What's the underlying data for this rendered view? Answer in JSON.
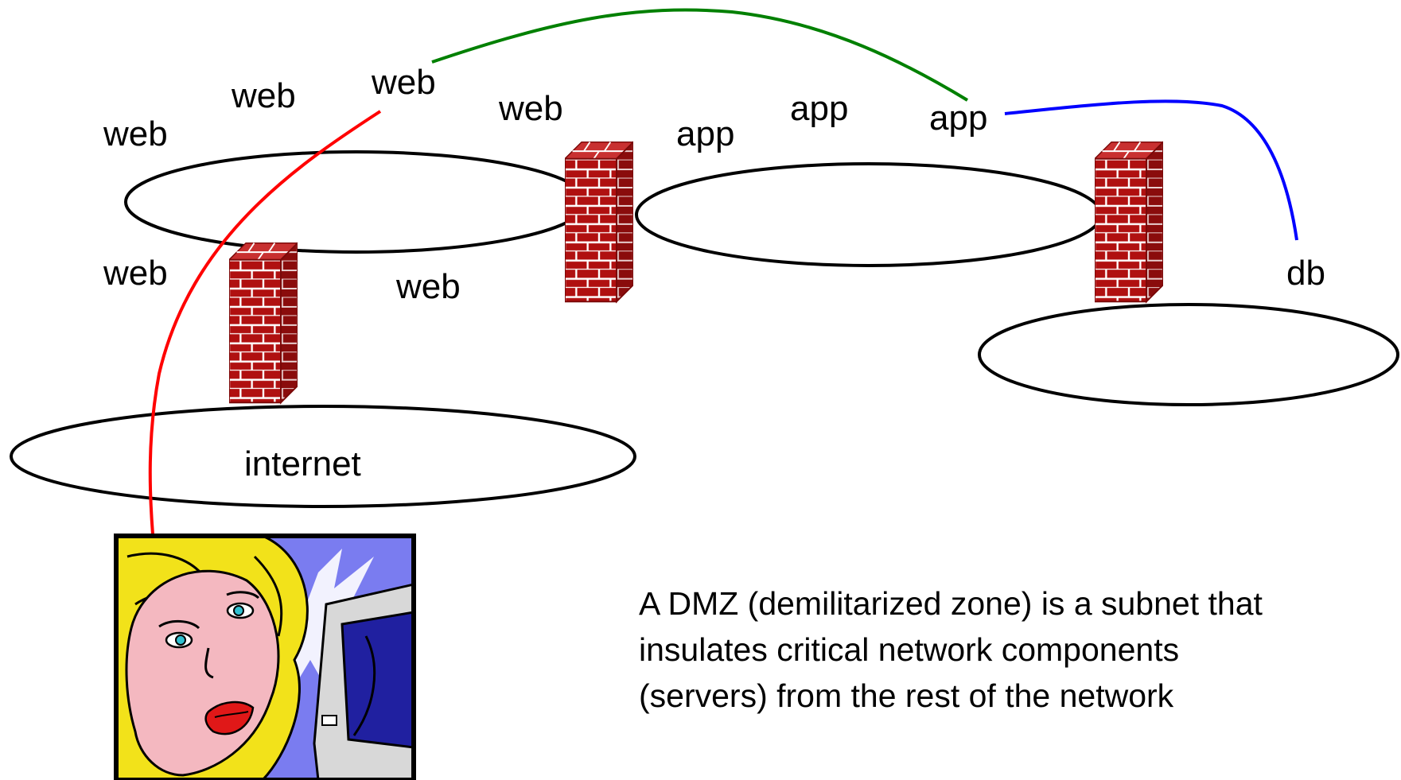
{
  "labels": {
    "web_1": "web",
    "web_2": "web",
    "web_3": "web",
    "web_4": "web",
    "web_5": "web",
    "web_6": "web",
    "app_1": "app",
    "app_2": "app",
    "app_3": "app",
    "db": "db",
    "internet": "internet"
  },
  "description": {
    "line1": "A DMZ (demilitarized zone) is a subnet that",
    "line2": "insulates critical network components",
    "line3": "(servers) from the rest of the network"
  },
  "colors": {
    "client_connection": "#ff0000",
    "web_app_connection": "#008000",
    "app_db_connection": "#0000ff",
    "firewall_brick": "#b01010"
  },
  "icons": [
    "firewall-icon",
    "user-at-computer-icon"
  ]
}
